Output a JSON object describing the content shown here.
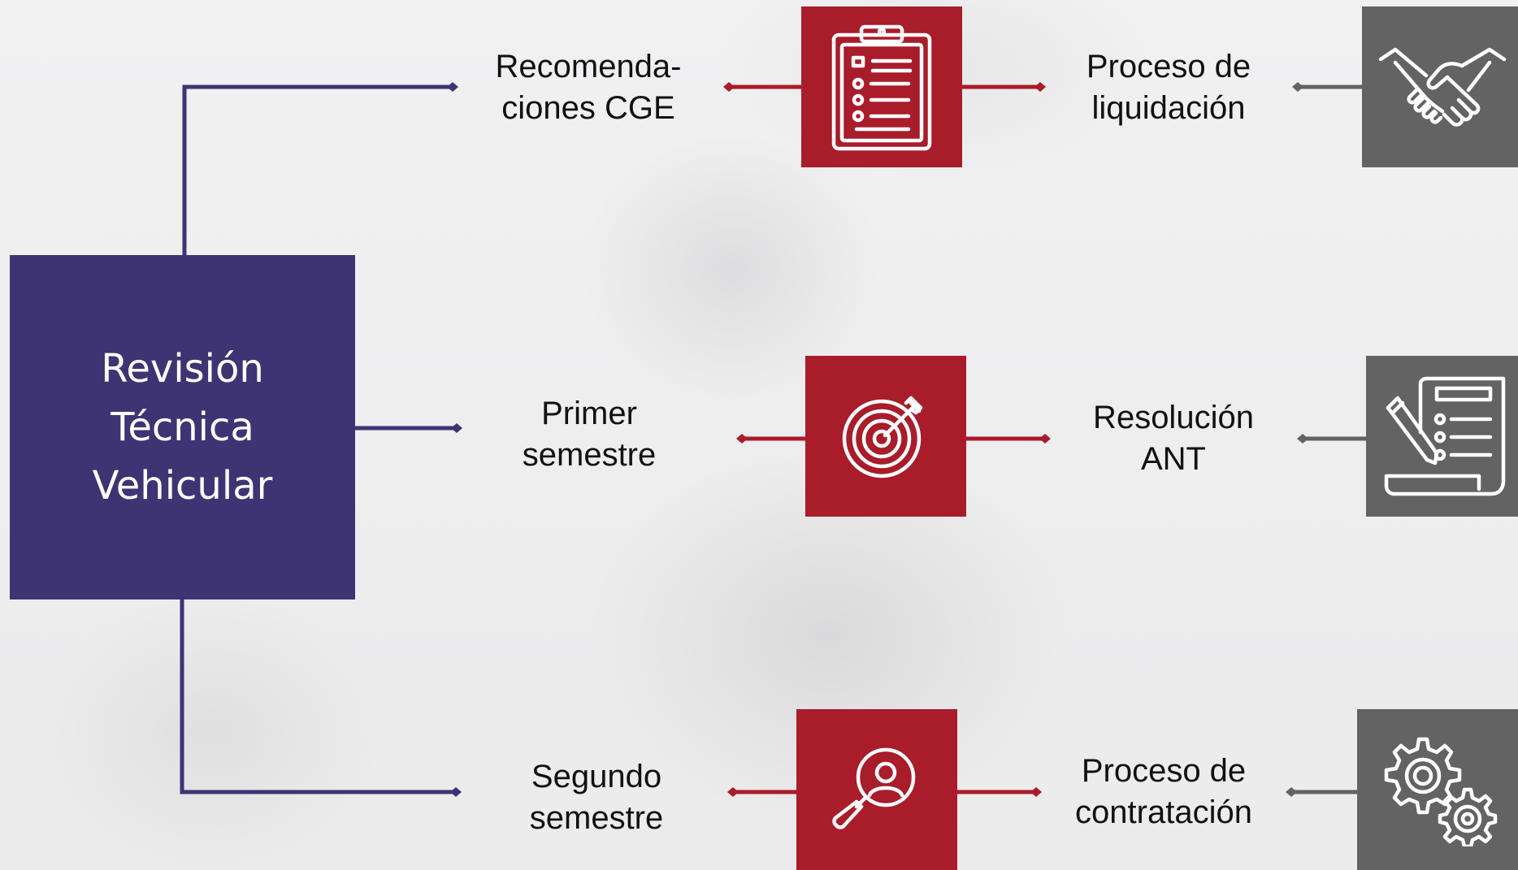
{
  "title": "Revisión\nTécnica\nVehicular",
  "rows": [
    {
      "stage_label": "Recomenda-\nciones CGE",
      "stage_icon": "clipboard-checklist-icon",
      "result_label": "Proceso de\nliquidación",
      "result_icon": "handshake-icon"
    },
    {
      "stage_label": "Primer\nsemestre",
      "stage_icon": "target-arrow-icon",
      "result_label": "Resolución\nANT",
      "result_icon": "document-signature-icon"
    },
    {
      "stage_label": "Segundo\nsemestre",
      "stage_icon": "search-person-icon",
      "result_label": "Proceso de\ncontratación",
      "result_icon": "gears-icon"
    }
  ],
  "colors": {
    "primary": "#3e3474",
    "accent_red": "#a91c2a",
    "neutral_grey": "#636363"
  }
}
